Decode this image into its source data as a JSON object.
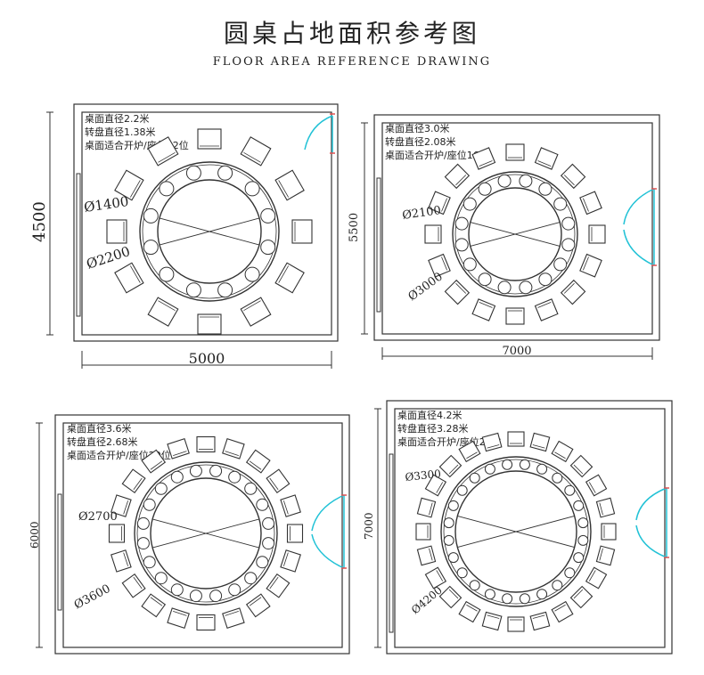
{
  "header": {
    "title": "圆桌占地面积参考图",
    "subtitle": "FLOOR AREA REFERENCE DRAWING"
  },
  "colors": {
    "line": "#333333",
    "door": "#22c2d6",
    "door_mark": "#e05050"
  },
  "rooms": [
    {
      "notes": [
        "桌面直径2.2米",
        "转盘直径1.38米",
        "桌面适合开炉/座位12位"
      ],
      "width_label": "5000",
      "height_label": "4500",
      "diameters": [
        "Ø1400",
        "Ø2200"
      ],
      "seats": 12
    },
    {
      "notes": [
        "桌面直径3.0米",
        "转盘直径2.08米",
        "桌面适合开炉/座位16位"
      ],
      "width_label": "7000",
      "height_label": "5500",
      "diameters": [
        "Ø2100",
        "Ø3000"
      ],
      "seats": 16
    },
    {
      "notes": [
        "桌面直径3.6米",
        "转盘直径2.68米",
        "桌面适合开炉/座位20位"
      ],
      "width_label": "",
      "height_label": "6000",
      "diameters": [
        "Ø2700",
        "Ø3600"
      ],
      "seats": 20
    },
    {
      "notes": [
        "桌面直径4.2米",
        "转盘直径3.28米",
        "桌面适合开炉/座位24位"
      ],
      "width_label": "",
      "height_label": "7000",
      "diameters": [
        "Ø3300",
        "Ø4200"
      ],
      "seats": 24
    }
  ]
}
